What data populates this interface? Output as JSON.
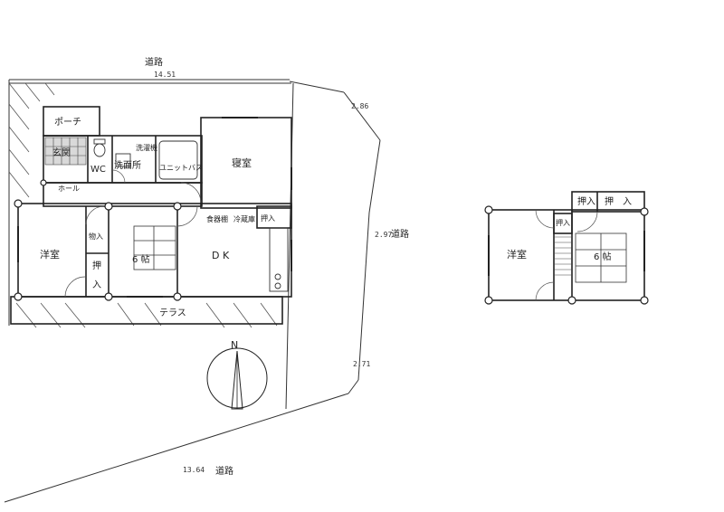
{
  "site": {
    "road_labels": {
      "top": "道路",
      "right": "道路",
      "bottom": "道路"
    },
    "dims": {
      "top": "14.51",
      "top_right": "2.86",
      "right": "2.97",
      "right_lower": "2.71",
      "bottom": "13.64"
    }
  },
  "floor1": {
    "rooms": {
      "porch": "ポーチ",
      "entrance": "玄関",
      "wc": "WC",
      "washroom": "洗面所",
      "laundry": "洗濯機",
      "unit_bath": "ユニットバス",
      "hall": "ホール",
      "bedroom": "寝室",
      "western": "洋室",
      "closet_storage": "物入",
      "oshiire_1": "押",
      "oshiire_2": "入",
      "tatami6": "6 帖",
      "dk": "D K",
      "cupboard": "食器棚",
      "fridge": "冷蔵庫",
      "oshiire_dk": "押入",
      "terrace": "テラス"
    }
  },
  "floor2": {
    "rooms": {
      "western": "洋室",
      "tatami6": "6 帖",
      "oshiire_a": "押入",
      "oshiire_b": "押　入",
      "oshiire_c": "押入"
    }
  },
  "compass": {
    "north": "N"
  }
}
